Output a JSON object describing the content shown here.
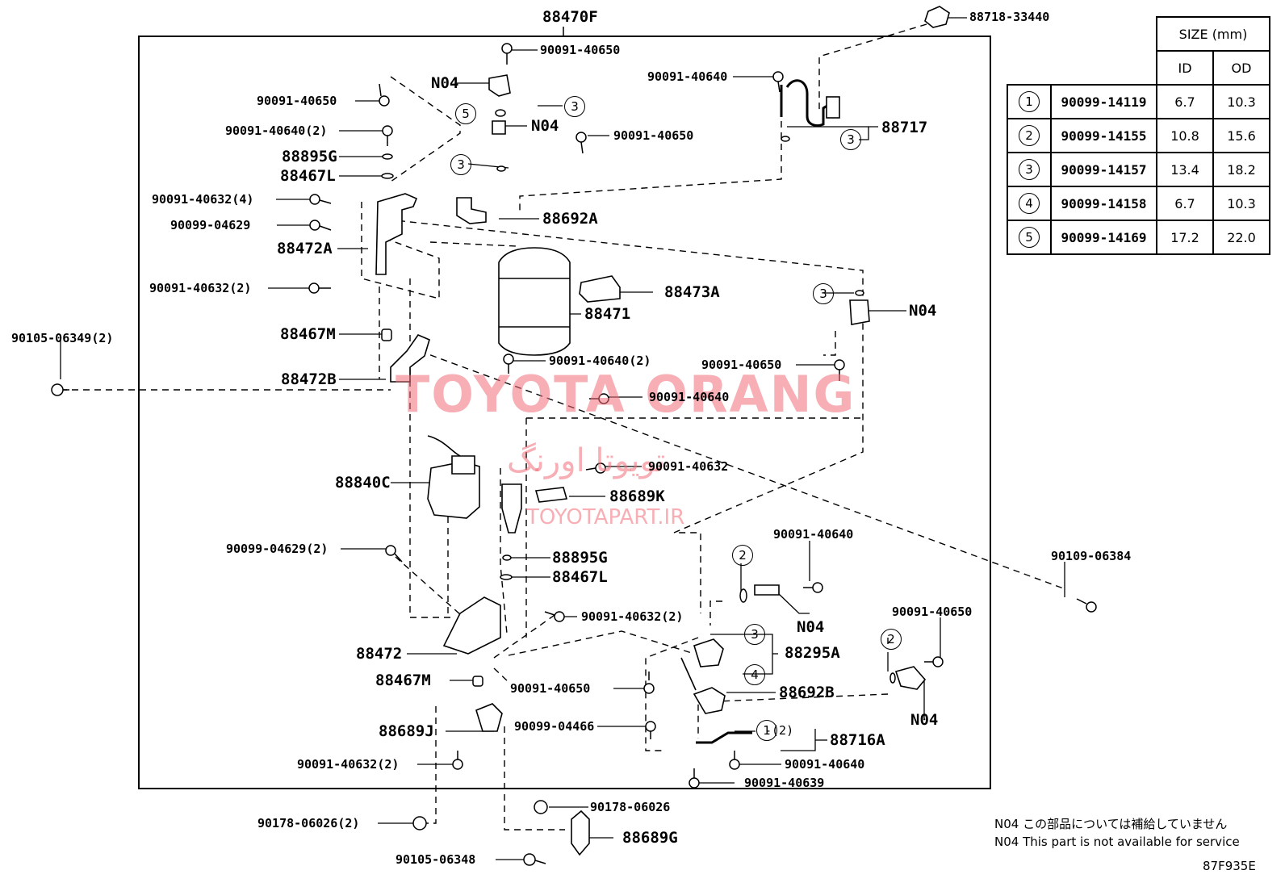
{
  "assembly_label": "88470F",
  "parts": {
    "p88718_33440": "88718-33440",
    "p90091_40650_a": "90091-40650",
    "n04_a": "N04",
    "p90091_40640_a": "90091-40640",
    "p90091_40650_b": "90091-40650",
    "n04_b": "N04",
    "p90091_40650_c": "90091-40650",
    "p88717": "88717",
    "p90091_40640_2_a": "90091-40640(2)",
    "p88895G_a": "88895G",
    "p88467L_a": "88467L",
    "p90091_40632_4": "90091-40632(4)",
    "p88692A": "88692A",
    "p90099_04629_a": "90099-04629",
    "p88472A": "88472A",
    "p88473A": "88473A",
    "p90091_40632_2_a": "90091-40632(2)",
    "p88471": "88471",
    "n04_c": "N04",
    "p90105_06349_2": "90105-06349(2)",
    "p88467M_a": "88467M",
    "p90091_40640_2_b": "90091-40640(2)",
    "p90091_40650_d": "90091-40650",
    "p88472B": "88472B",
    "p90091_40640_b": "90091-40640",
    "p90091_40632_a": "90091-40632",
    "p88840C": "88840C",
    "p88689K": "88689K",
    "p90091_40640_c": "90091-40640",
    "p90099_04629_2": "90099-04629(2)",
    "p88895G_b": "88895G",
    "p90109_06384": "90109-06384",
    "p88467L_b": "88467L",
    "p90091_40650_e": "90091-40650",
    "p90091_40632_2_b": "90091-40632(2)",
    "n04_d": "N04",
    "p88472": "88472",
    "p88295A": "88295A",
    "p88467M_b": "88467M",
    "p90091_40650_f": "90091-40650",
    "p88692B": "88692B",
    "p90099_04466": "90099-04466",
    "n04_e": "N04",
    "p88689J": "88689J",
    "p88716A": "88716A",
    "qty_88716A": "-(2)",
    "p90091_40632_2_c": "90091-40632(2)",
    "p90091_40640_d": "90091-40640",
    "p90091_40639": "90091-40639",
    "p90178_06026": "90178-06026",
    "p90178_06026_2": "90178-06026(2)",
    "p88689G": "88689G",
    "p90105_06348": "90105-06348"
  },
  "size_table": {
    "header": "SIZE (mm)",
    "col_id": "ID",
    "col_od": "OD",
    "rows": [
      {
        "num": "1",
        "part": "90099-14119",
        "id": "6.7",
        "od": "10.3"
      },
      {
        "num": "2",
        "part": "90099-14155",
        "id": "10.8",
        "od": "15.6"
      },
      {
        "num": "3",
        "part": "90099-14157",
        "id": "13.4",
        "od": "18.2"
      },
      {
        "num": "4",
        "part": "90099-14158",
        "id": "6.7",
        "od": "10.3"
      },
      {
        "num": "5",
        "part": "90099-14169",
        "id": "17.2",
        "od": "22.0"
      }
    ]
  },
  "notes": {
    "jp": "N04 この部品については補給していません",
    "en": "N04 This part is not available for service",
    "figure_code": "87F935E"
  },
  "callouts": {
    "c5": "5",
    "c3a": "3",
    "c3b": "3",
    "c3c": "3",
    "c3d": "3",
    "c3e": "3",
    "c2a": "2",
    "c2b": "2",
    "c4": "4",
    "c1": "1"
  },
  "watermark": {
    "main": "TOYOTA ORANG",
    "farsi": "تویوتا اورنگ",
    "url": "TOYOTAPART.IR"
  }
}
